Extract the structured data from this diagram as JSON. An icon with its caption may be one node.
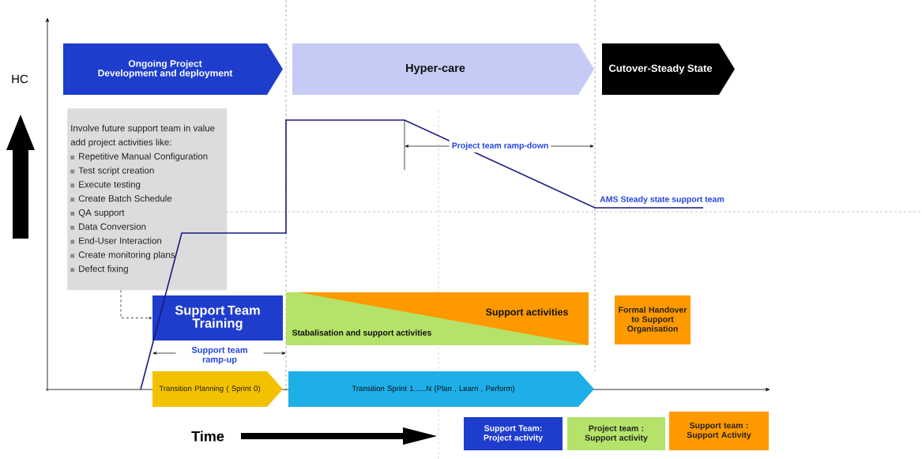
{
  "diagram": {
    "nodes": [
      {
        "text": [
          "Ongoing Project Development and deployment"
        ]
      },
      {
        "text": [
          "Hyper-care"
        ]
      },
      {
        "text": [
          "Cutover-Steady State"
        ]
      },
      {
        "text": [
          "Involve future support team in value add project activities like:",
          "Repetitive Manual Configuration",
          "Test script creation",
          "Execute testing",
          "Create Batch Schedule",
          "QA support",
          "Data Conversion",
          "End-User Interaction",
          "Create monitoring plans",
          "Defect fixing"
        ]
      },
      {
        "text": [
          "Support Team Training"
        ]
      },
      {
        "text": [
          "Support activities",
          "Stabalisation and support activities"
        ]
      },
      {
        "text": [
          "Formal Handover to Support Organisation"
        ]
      },
      {
        "text": [
          "Transition Planning ( Sprint 0)"
        ]
      },
      {
        "text": [
          "Transition Sprint 1......N (Plan , Learn , Perform)"
        ]
      }
    ],
    "edges": [
      {
        "from": 3,
        "to": 4,
        "arrow": "to",
        "style": "dashed"
      }
    ],
    "labels": [
      "HC",
      "Project team ramp-down",
      "AMS Steady state support team",
      "Support team ramp-up",
      "Time"
    ],
    "legend": [
      {
        "text": "Support Team: Project activity",
        "color": "#1f3dcc"
      },
      {
        "text": "Project team : Support activity",
        "color": "#b5e36a"
      },
      {
        "text": "Support team : Support Activity",
        "color": "#ff9900"
      }
    ]
  }
}
